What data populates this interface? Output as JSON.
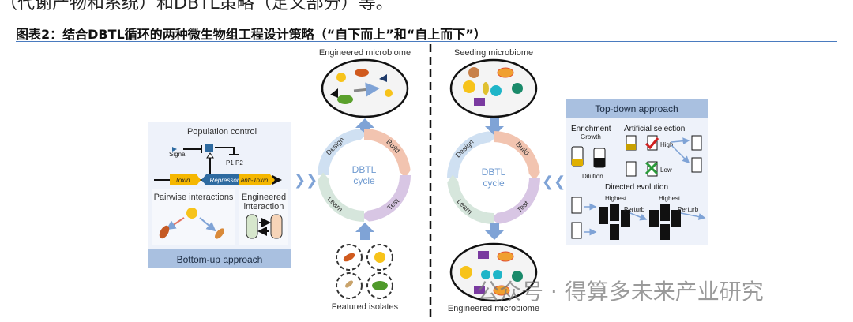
{
  "top_line": "（代谢产物和系统）和DBTL策略（定义部分）等。",
  "caption": "图表2：结合DBTL循环的两种微生物组工程设计策略（“自下而上”和“自上而下”）",
  "left": {
    "top_label": "Engineered microbiome",
    "bottom_label": "Featured isolates",
    "panel": {
      "title": "Population control",
      "signal": "Signal",
      "p1": "P1",
      "p2": "P2",
      "toxin": "Toxin",
      "repressor": "Repressor",
      "anti_toxin": "anti-Toxin",
      "pairwise": "Pairwise interactions",
      "engineered_1": "Engineered",
      "engineered_2": "interaction",
      "footer": "Bottom-up approach"
    }
  },
  "right": {
    "top_label": "Seeding microbiome",
    "bottom_label": "Engineered microbiome",
    "panel": {
      "title": "Top-down approach",
      "enrichment": "Enrichment",
      "growth": "Growth",
      "dilution": "Dilution",
      "artificial_selection": "Artificial selection",
      "high": "High",
      "low": "Low",
      "directed_evolution": "Directed evolution",
      "highest": "Highest",
      "perturb": "Perturb"
    }
  },
  "cycle": {
    "design": "Design",
    "build": "Build",
    "test": "Test",
    "learn": "Learn",
    "center_1": "DBTL",
    "center_2": "cycle"
  },
  "watermark": "公众号 · 得算多未来产业研究",
  "colors": {
    "rule": "#4a7bbf",
    "arrow": "#7fa3d6",
    "panel_bar": "#a9c0e0",
    "design": "#cfe0f2",
    "build": "#f2c4b0",
    "test": "#d8c6e4",
    "learn": "#d6e6dc"
  }
}
